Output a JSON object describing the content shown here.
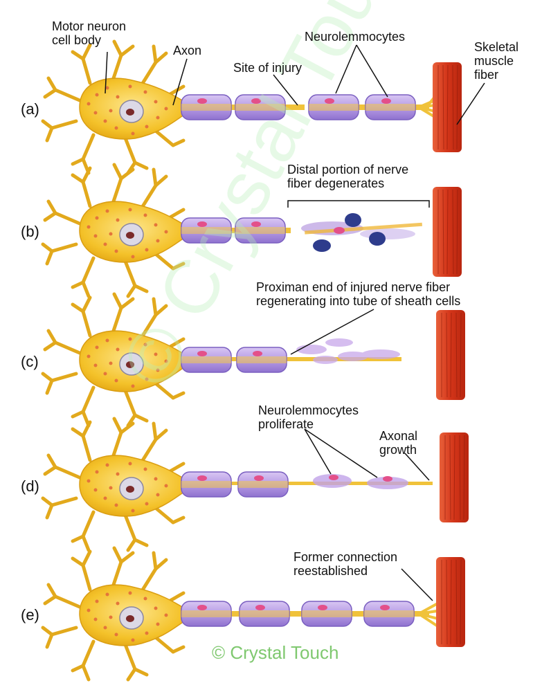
{
  "panels": [
    {
      "letter": "(a)"
    },
    {
      "letter": "(b)"
    },
    {
      "letter": "(c)"
    },
    {
      "letter": "(d)"
    },
    {
      "letter": "(e)"
    }
  ],
  "labels": {
    "motor_neuron_l1": "Motor neuron",
    "motor_neuron_l2": "cell body",
    "axon": "Axon",
    "site_of_injury": "Site of injury",
    "neurolemmocytes": "Neurolemmocytes",
    "skeletal_l1": "Skeletal",
    "skeletal_l2": "muscle",
    "skeletal_l3": "fiber",
    "distal_l1": "Distal portion of nerve",
    "distal_l2": "fiber degenerates",
    "proximan_l1": "Proximan end of injured nerve fiber",
    "proximan_l2": "regenerating into tube of sheath cells",
    "prolif_l1": "Neurolemmocytes",
    "prolif_l2": "proliferate",
    "axonal_l1": "Axonal",
    "axonal_l2": "growth",
    "former_l1": "Former connection",
    "former_l2": "reestablished"
  },
  "watermark": {
    "diagonal": "© Crystal Touch",
    "bottom": "© Crystal Touch"
  },
  "colors": {
    "cell_body": "#f3c52a",
    "axon": "#f0c23a",
    "sheath": "#b59ae0",
    "nucleus_sheath": "#e0508a",
    "muscle": "#d63a1e",
    "debris": "#2e3c8c",
    "watermark": "#7fc86f"
  }
}
